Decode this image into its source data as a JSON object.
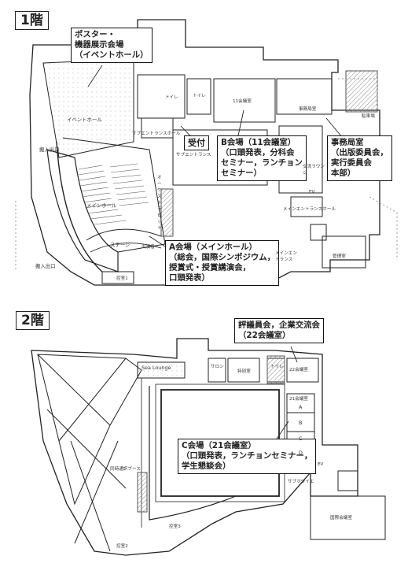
{
  "floor1": {
    "tag": "1階",
    "callouts": {
      "poster": [
        "ポスター・",
        "機器展示会場",
        "（イベントホール）"
      ],
      "reception": "受付",
      "b_room": [
        "B会場（11会議室）",
        "（口頭発表，分科会",
        "セミナー，ランチョン",
        "セミナー）"
      ],
      "office": [
        "事務局室",
        "（出版委員会，",
        "実行委員会",
        "本部）"
      ],
      "a_room": [
        "A会場（メインホール）",
        "（総会，国際シンポジウム，",
        "授賞式・授賞講演会，",
        "口頭発表）"
      ]
    },
    "labels": {
      "event_hall": "イベントホール",
      "main_hall": "メインホール",
      "stage": "ステージ",
      "loading1": "搬入出口",
      "loading2": "搬入出口",
      "sub_entrance_hall": "サブエントランスホール",
      "sub_entrance": "サブエントランス",
      "orchestra_pit": "オーケストラピット",
      "performers": "出演者",
      "control1": "控室1",
      "toilet1": "トイレ",
      "toilet2": "トイレ",
      "room11": "11会議室",
      "office_room": "事務局室",
      "parking": "駐車場",
      "exchange_lounge": "交流ラウンジ",
      "main_entrance_hall": "メインエントランスホール",
      "main_entrance": "メインエントランス",
      "management": "管理室",
      "ev": "EV"
    }
  },
  "floor2": {
    "tag": "2階",
    "callouts": {
      "council": [
        "評議員会，企業交流会",
        "（22会議室）"
      ],
      "c_room": [
        "C会場（21会議室）",
        "（口頭発表，ランチョンセミナー，",
        "学生懇談会）"
      ]
    },
    "labels": {
      "sea_lounge": "Sea Lounge",
      "salon": "サロン",
      "special_room": "特別室",
      "toilet": "トイレ",
      "room22": "22会議室",
      "room21": "21会議室",
      "sec_a": "A",
      "sec_b": "B",
      "sec_c": "C",
      "sec_d": "D",
      "ev": "EV",
      "interp_booth": "同時通訳ブース",
      "sub_foyer": "サブホワイエ",
      "intl_room": "国際会議室",
      "control2": "控室2",
      "control3": "控室3"
    }
  },
  "colors": {
    "line": "#222222",
    "hatch": "#555555",
    "panel": "#ffffff"
  }
}
